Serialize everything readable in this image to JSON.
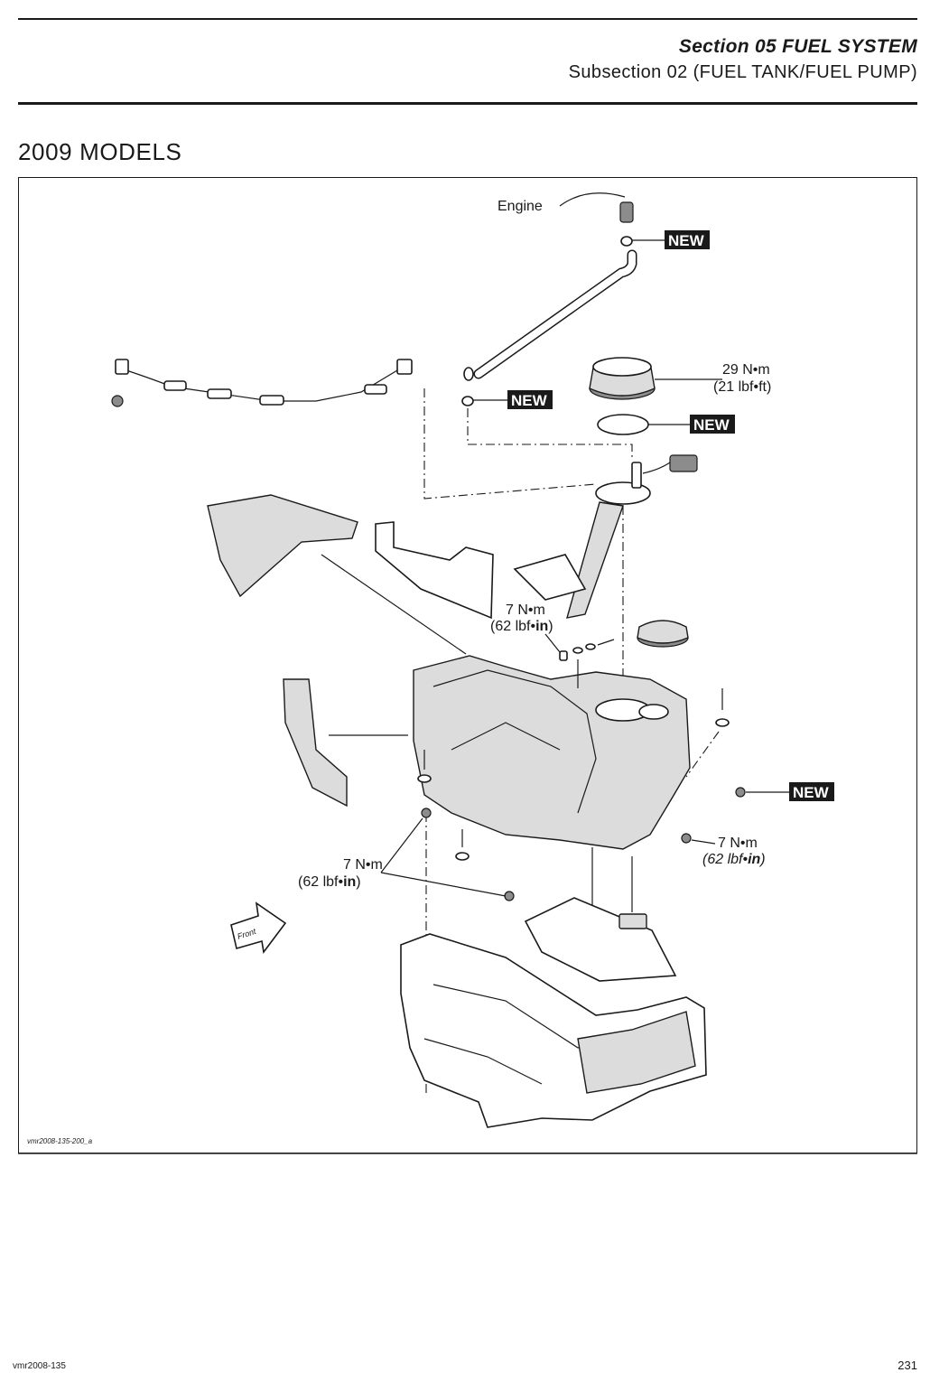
{
  "header": {
    "section": "Section 05 FUEL SYSTEM",
    "subsection": "Subsection 02 (FUEL TANK/FUEL PUMP)"
  },
  "heading": "2009 MODELS",
  "diagram": {
    "engine_label": "Engine",
    "new_badge": "NEW",
    "torque_29_nm": "29 N•m",
    "torque_29_lbf": "(21 lbf•ft)",
    "torque_7_nm": "7 N•m",
    "torque_7_lbf_prefix": "(62 lbf•",
    "torque_7_lbf_unit": "in",
    "torque_7_lbf_suffix": ")",
    "front_label": "Front",
    "figure_id": "vmr2008-135-200_a"
  },
  "footer": {
    "doc_id": "vmr2008-135",
    "page_number": "231"
  }
}
